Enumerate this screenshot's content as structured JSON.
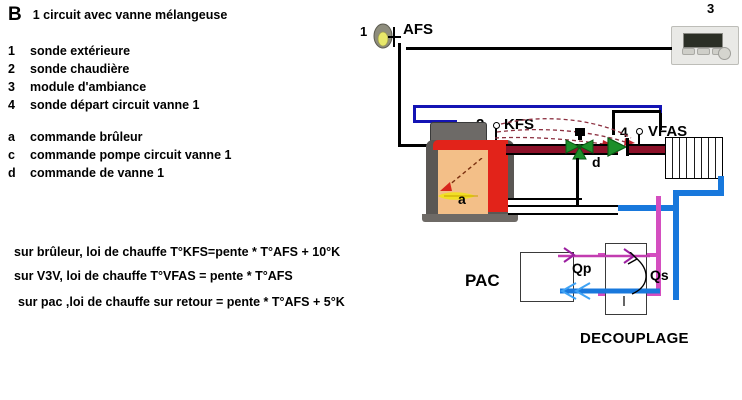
{
  "title": {
    "letter": "B",
    "text": "1 circuit avec vanne mélangeuse"
  },
  "legend": {
    "numbered": [
      {
        "key": "1",
        "label": "sonde extérieure"
      },
      {
        "key": "2",
        "label": "sonde chaudière"
      },
      {
        "key": "3",
        "label": "module d'ambiance"
      },
      {
        "key": "4",
        "label": "sonde départ circuit vanne 1"
      }
    ],
    "lettered": [
      {
        "key": "a",
        "label": "commande brûleur"
      },
      {
        "key": "c",
        "label": "commande pompe circuit vanne 1"
      },
      {
        "key": "d",
        "label": "commande de vanne 1"
      }
    ]
  },
  "formulas": [
    "sur brûleur, loi de chauffe T°KFS=pente * T°AFS + 10°K",
    "sur V3V, loi de chauffe T°VFAS = pente * T°AFS",
    "sur pac ,loi de chauffe sur retour = pente * T°AFS + 5°K"
  ],
  "schematic": {
    "labels": {
      "afs_index": "1",
      "afs": "AFS",
      "kfs_index": "2",
      "kfs": "KFS",
      "vfas_index": "4",
      "vfas": "VFAS",
      "module_index": "3",
      "burner_tag": "a",
      "valve_tag": "d",
      "pac": "PAC",
      "qp": "Qp",
      "qs": "Qs",
      "decouplage": "DECOUPLAGE"
    },
    "icons": {
      "outdoor_sensor": "outdoor-sensor-icon",
      "boiler_sensor": "boiler-sensor-icon",
      "flow_sensor": "flow-sensor-icon",
      "room_module": "room-module-icon",
      "mixing_valve": "three-way-valve-icon",
      "pump": "pump-icon",
      "radiator": "radiator-icon",
      "flame": "flame-icon"
    },
    "colors": {
      "flow_pipe": "#8c1028",
      "return_pipe": "#ffffff",
      "cold_pipe": "#1878dc",
      "secondary_pipe": "#d44ec0",
      "signal_wire": "#000000",
      "sensor_wire": "#1414b4",
      "valve": "#1d8f2a",
      "boiler_body": "#e2231a",
      "boiler_core": "#f3bf88",
      "boiler_shell": "#5a5754"
    }
  }
}
